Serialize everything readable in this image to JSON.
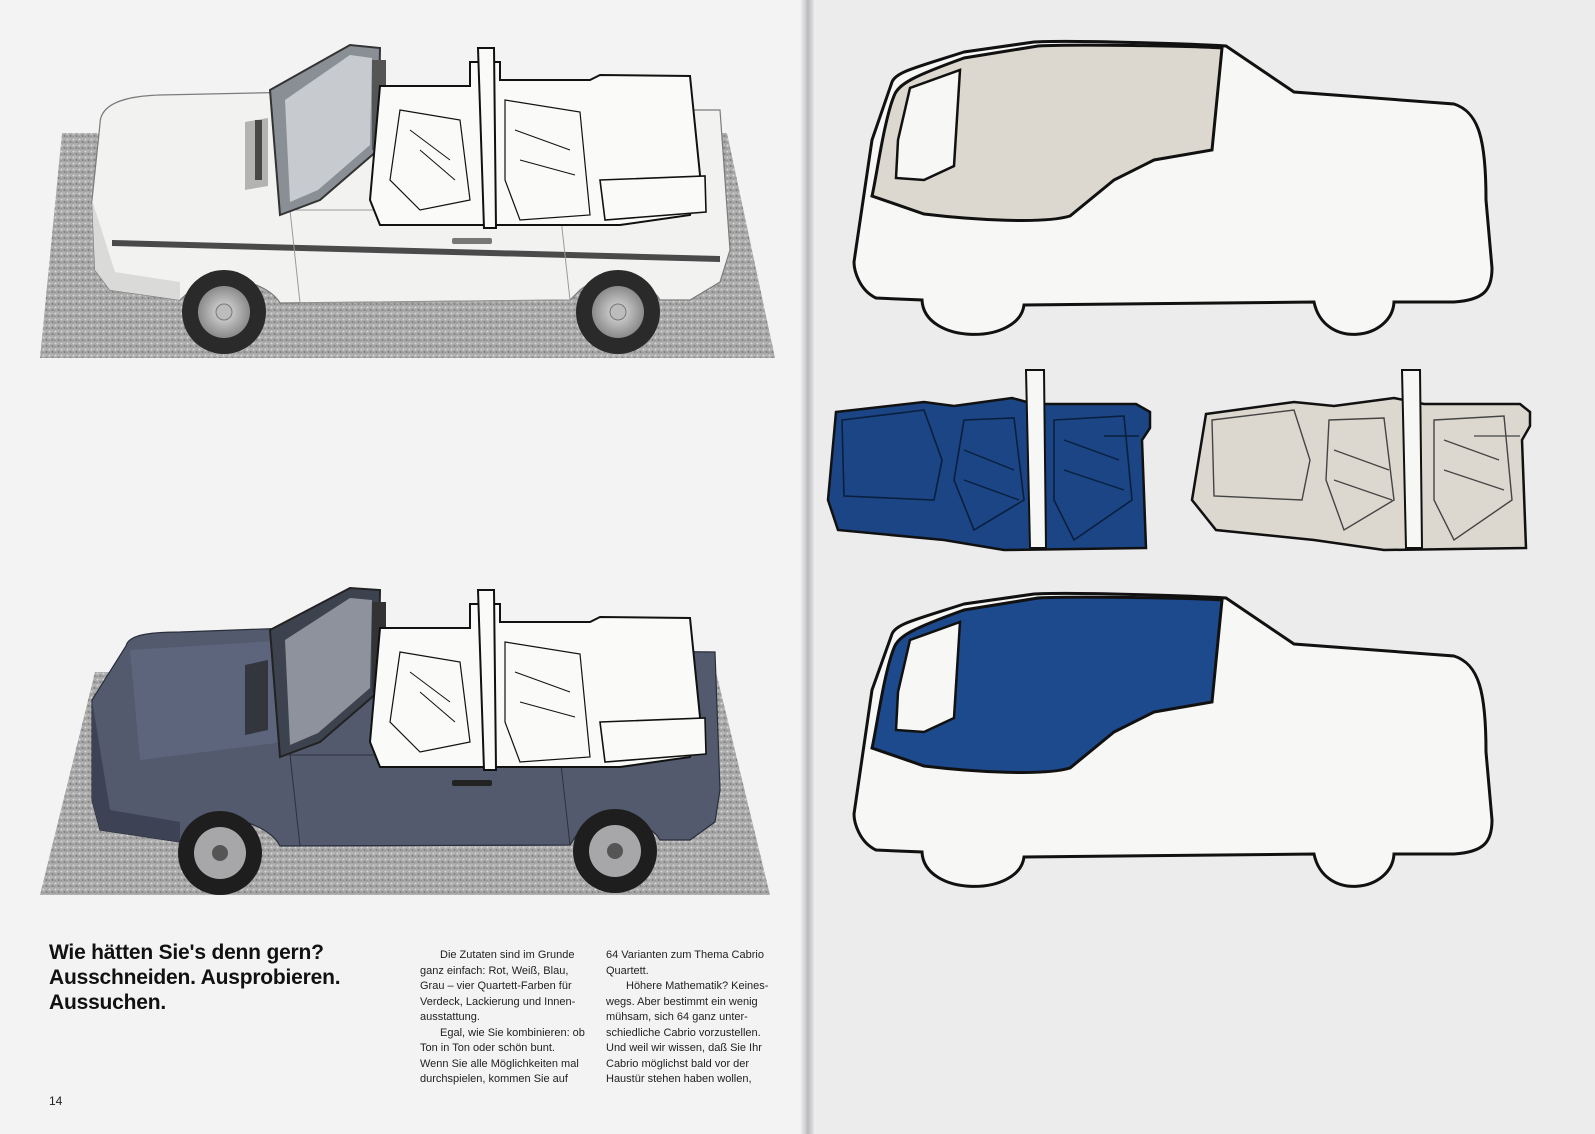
{
  "page": {
    "number": "14"
  },
  "headline": {
    "lines": [
      "Wie hätten Sie's denn gern?",
      "Ausschneiden. Ausprobieren.",
      "Aussuchen."
    ]
  },
  "body_text": {
    "column1": [
      "Die Zutaten sind im Grunde",
      "ganz einfach: Rot, Weiß, Blau,",
      "Grau – vier Quartett-Farben für",
      "Verdeck, Lackierung und Innen-",
      "ausstattung.",
      "Egal, wie Sie kombinieren: ob",
      "Ton in Ton oder schön bunt.",
      "Wenn Sie alle Möglichkeiten mal",
      "durchspielen, kommen Sie auf"
    ],
    "column2": [
      "64 Varianten zum Thema Cabrio",
      "Quartett.",
      "Höhere Mathematik? Keines-",
      "wegs. Aber bestimmt ein wenig",
      "mühsam, sich 64 ganz unter-",
      "schiedliche Cabrio vorzustellen.",
      "Und weil wir wissen, daß Sie Ihr",
      "Cabrio möglichst bald vor der",
      "Haustür stehen haben wollen,"
    ]
  },
  "colors": {
    "hood_beige": "#dcd8cf",
    "hood_blue": "#1d4a8c",
    "interior_blue": "#1b4585",
    "interior_beige": "#dcd8cf",
    "car_white": "#eeefee",
    "car_grey_blue": "#4c5266"
  },
  "illustrations": {
    "photo_top": "white-cabrio-photo",
    "photo_bottom": "grey-blue-cabrio-photo",
    "cutout_top": "beige-hood-cutout",
    "cutout_interior_blue": "blue-interior-cutout",
    "cutout_interior_beige": "beige-interior-cutout",
    "cutout_bottom": "blue-hood-cutout"
  }
}
